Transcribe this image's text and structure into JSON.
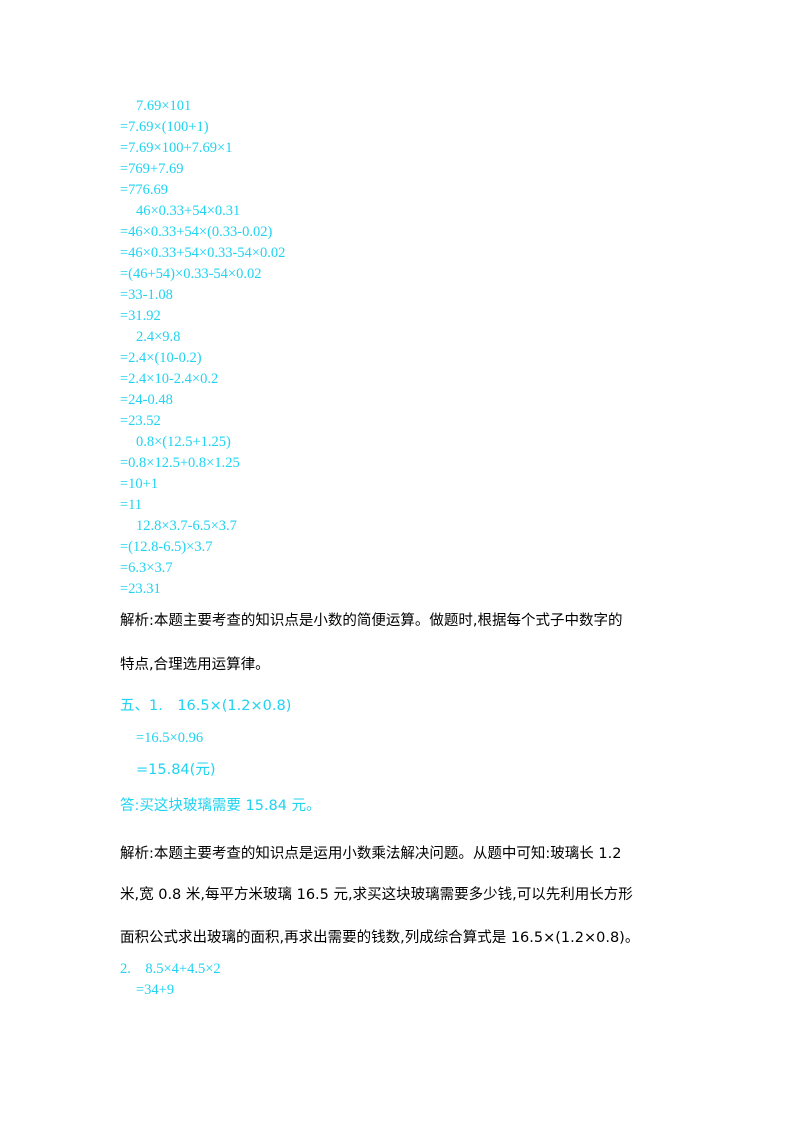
{
  "calc_lines": [
    "7.69×101",
    "=7.69×(100+1)",
    "=7.69×100+7.69×1",
    "=769+7.69",
    "=776.69",
    "46×0.33+54×0.31",
    "=46×0.33+54×(0.33-0.02)",
    "=46×0.33+54×0.33-54×0.02",
    "=(46+54)×0.33-54×0.02",
    "=33-1.08",
    "=31.92",
    "2.4×9.8",
    "=2.4×(10-0.2)",
    "=2.4×10-2.4×0.2",
    "=24-0.48",
    "=23.52",
    "0.8×(12.5+1.25)",
    "=0.8×12.5+0.8×1.25",
    "=10+1",
    "=11",
    "12.8×3.7-6.5×3.7",
    "=(12.8-6.5)×3.7",
    "=6.3×3.7",
    "=23.31"
  ],
  "analysis1": {
    "line1": "解析:本题主要考查的知识点是小数的简便运算。做题时,根据每个式子中数字的",
    "line2": "特点,合理选用运算律。"
  },
  "section5": {
    "heading": "五、1.　16.5×(1.2×0.8)",
    "step1": "=16.5×0.96",
    "step2": "=15.84(元)",
    "answer": "答:买这块玻璃需要 15.84 元。"
  },
  "analysis2": {
    "line1": "解析:本题主要考查的知识点是运用小数乘法解决问题。从题中可知:玻璃长 1.2",
    "line2": "米,宽 0.8 米,每平方米玻璃 16.5 元,求买这块玻璃需要多少钱,可以先利用长方形",
    "line3": "面积公式求出玻璃的面积,再求出需要的钱数,列成综合算式是 16.5×(1.2×0.8)。"
  },
  "problem2": {
    "heading": "2.　8.5×4+4.5×2",
    "step1": "=34+9"
  }
}
